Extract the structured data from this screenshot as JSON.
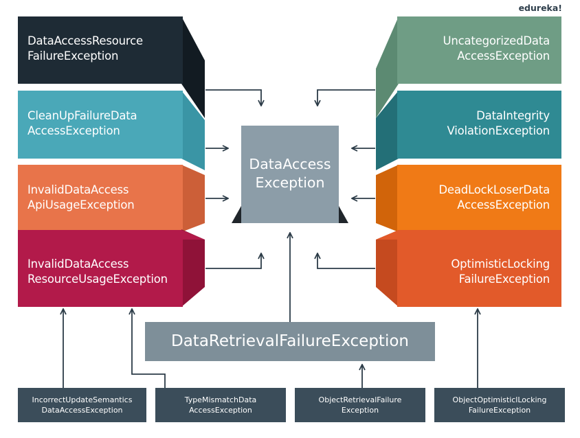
{
  "brand": "edureka!",
  "center": {
    "label": "DataAccess\nException"
  },
  "retrieval": {
    "label": "DataRetrievalFailureException"
  },
  "left_boxes": [
    {
      "label": "DataAccessResource\nFailureException",
      "color": "#1e2b35",
      "flap": "#121b22"
    },
    {
      "label": "CleanUpFailureData\nAccessException",
      "color": "#4aa8b8",
      "flap": "#3a95a5"
    },
    {
      "label": "InvalidDataAccess\nApiUsageException",
      "color": "#e8744a",
      "flap": "#cc5f38"
    },
    {
      "label": "InvalidDataAccess\nResourceUsageException",
      "color": "#b21a4a",
      "flap": "#8f1238"
    }
  ],
  "right_boxes": [
    {
      "label": "UncategorizedData\nAccessException",
      "color": "#6f9d85",
      "flap": "#5c8a72"
    },
    {
      "label": "DataIntegrity\nViolationException",
      "color": "#2f8a93",
      "flap": "#236f77"
    },
    {
      "label": "DeadLockLoserData\nAccessException",
      "color": "#f07a16",
      "flap": "#d1640a"
    },
    {
      "label": "OptimisticLocking\nFailureException",
      "color": "#e25a2a",
      "flap": "#c54a1f"
    }
  ],
  "bottom_boxes": [
    {
      "label": "IncorrectUpdateSemantics\nDataAccessException"
    },
    {
      "label": "TypeMismatchData\nAccessException"
    },
    {
      "label": "ObjectRetrievalFailure\nException"
    },
    {
      "label": "ObjectOptimisticlLocking\nFailureException"
    }
  ],
  "colors": {
    "center": "#8c9da8",
    "retrieval": "#7e8f99",
    "bottom": "#3b4d5a",
    "arrow": "#2b3b47",
    "center_flap": "#20262b"
  }
}
